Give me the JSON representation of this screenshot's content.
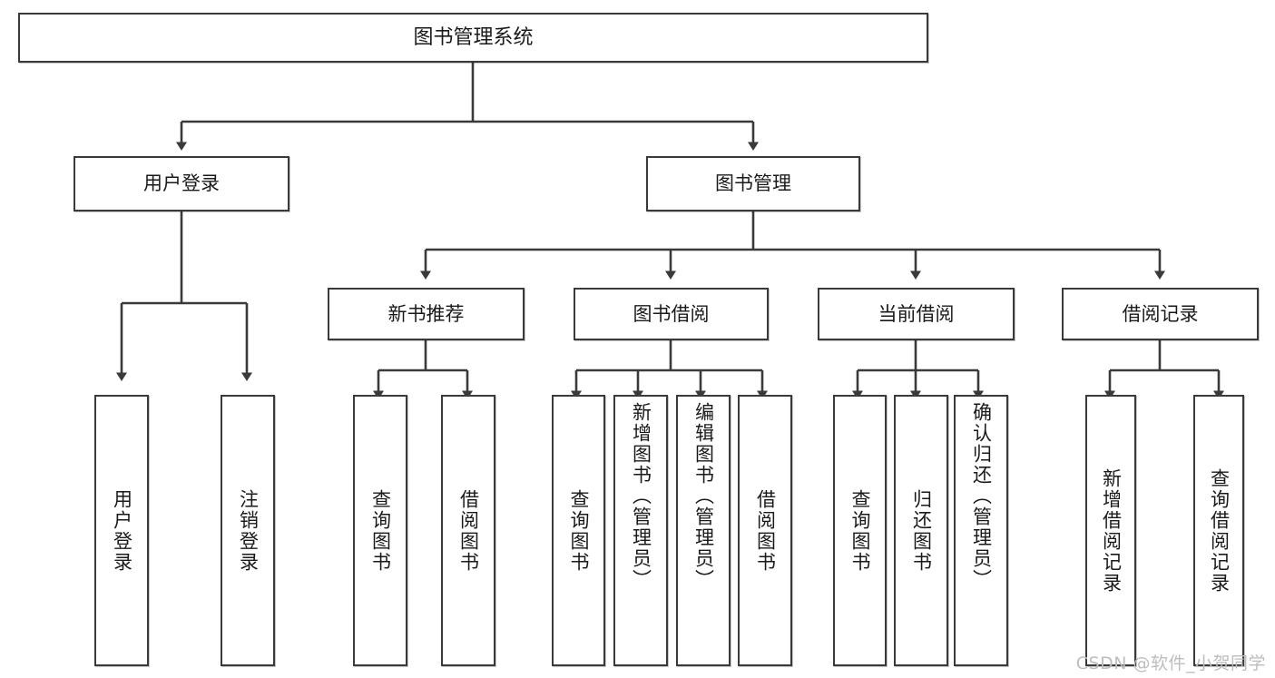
{
  "diagram": {
    "title": "图书管理系统",
    "type": "tree-hierarchy",
    "orientation": "top-down",
    "colors": {
      "box_border": "#3a3a3a",
      "box_fill": "#ffffff",
      "edge": "#3a3a3a",
      "text": "#1a1a1a",
      "watermark": "#bdbdbd"
    },
    "root": {
      "label": "图书管理系统"
    },
    "level2": [
      {
        "label": "用户登录"
      },
      {
        "label": "图书管理"
      }
    ],
    "level3": [
      {
        "label": "新书推荐"
      },
      {
        "label": "图书借阅"
      },
      {
        "label": "当前借阅"
      },
      {
        "label": "借阅记录"
      }
    ],
    "leaves": {
      "user_login": [
        {
          "label": "用户登录"
        },
        {
          "label": "注销登录"
        }
      ],
      "new_book_recommend": [
        {
          "label": "查询图书"
        },
        {
          "label": "借阅图书"
        }
      ],
      "book_borrow": [
        {
          "label": "查询图书"
        },
        {
          "label": "新增图书（管理员）"
        },
        {
          "label": "编辑图书（管理员）"
        },
        {
          "label": "借阅图书"
        }
      ],
      "current_borrow": [
        {
          "label": "查询图书"
        },
        {
          "label": "归还图书"
        },
        {
          "label": "确认归还（管理员）"
        }
      ],
      "borrow_record": [
        {
          "label": "新增借阅记录"
        },
        {
          "label": "查询借阅记录"
        }
      ]
    }
  },
  "watermark": {
    "text": "CSDN @软件_小贺同学"
  }
}
